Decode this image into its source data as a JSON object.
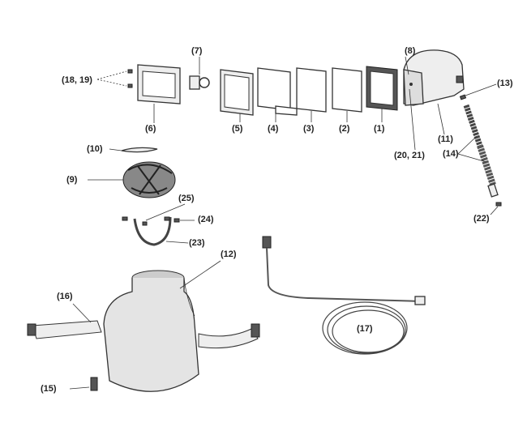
{
  "diagram": {
    "labels": {
      "p18_19": "(18, 19)",
      "p7": "(7)",
      "p8": "(8)",
      "p13": "(13)",
      "p6": "(6)",
      "p5": "(5)",
      "p4": "(4)",
      "p3": "(3)",
      "p2": "(2)",
      "p1": "(1)",
      "p20_21": "(20, 21)",
      "p11": "(11)",
      "p14": "(14)",
      "p10": "(10)",
      "p9": "(9)",
      "p25": "(25)",
      "p24": "(24)",
      "p23": "(23)",
      "p22": "(22)",
      "p12": "(12)",
      "p16": "(16)",
      "p17": "(17)",
      "p15": "(15)"
    }
  }
}
